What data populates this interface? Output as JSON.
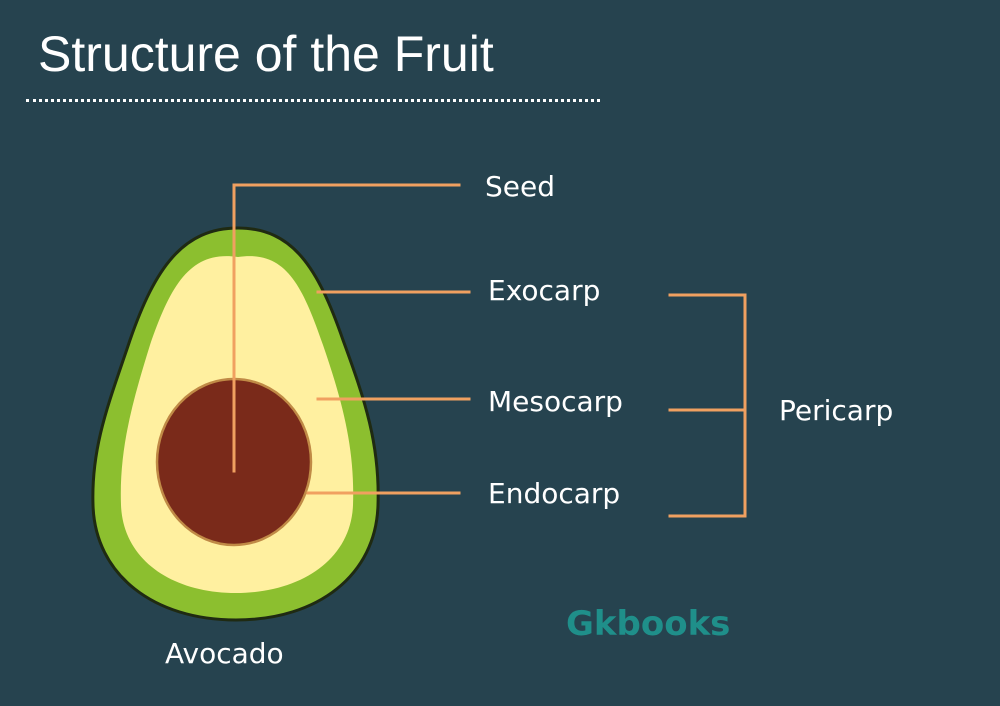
{
  "title": "Structure of the Fruit",
  "labels": {
    "seed": "Seed",
    "exocarp": "Exocarp",
    "mesocarp": "Mesocarp",
    "endocarp": "Endocarp",
    "pericarp": "Pericarp"
  },
  "caption": "Avocado",
  "watermark": "Gkbooks",
  "colors": {
    "background": "#26434f",
    "exocarp_green": "#8cbf2f",
    "mesocarp_cream": "#fff0a0",
    "seed_brown": "#7a2a1a",
    "leader_line_orange": "#f0a060",
    "watermark_teal": "#1f8f8a"
  }
}
